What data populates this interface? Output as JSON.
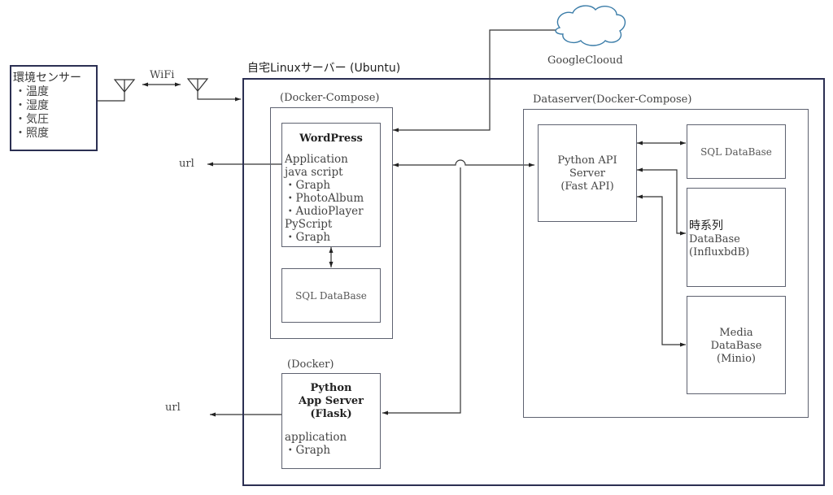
{
  "sensor": {
    "title": "環境センサー",
    "items": [
      "・温度",
      "・湿度",
      "・気圧",
      "・照度"
    ]
  },
  "wifi_label": "WiFi",
  "cloud_label": "GoogleClooud",
  "server": {
    "title": "自宅Linuxサーバー (Ubuntu)"
  },
  "wp_group": {
    "label": "(Docker-Compose)",
    "wordpress": {
      "title": "WordPress",
      "lines": [
        "Application",
        "java script",
        " ・Graph",
        " ・PhotoAlbum",
        " ・AudioPlayer",
        "PyScript",
        " ・Graph"
      ]
    },
    "sql": "SQL DataBase"
  },
  "flask_group": {
    "label": "(Docker)",
    "title_lines": [
      "Python",
      "App Server",
      "(Flask)"
    ],
    "lines": [
      "application",
      " ・Graph"
    ]
  },
  "dataserver": {
    "label": "Dataserver(Docker-Compose)",
    "api_lines": [
      "Python API",
      "Server",
      "(Fast API)"
    ],
    "sql": "SQL DataBase",
    "influx_lines": [
      "時系列",
      "DataBase",
      "(InfluxbdB)"
    ],
    "media_lines": [
      "Media",
      "DataBase",
      "(Minio)"
    ]
  },
  "url_labels": [
    "url",
    "url"
  ],
  "colors": {
    "navy_border": "#2b2f52",
    "gray_border": "#5e6270",
    "cloud_stroke": "#3a7ca8"
  }
}
